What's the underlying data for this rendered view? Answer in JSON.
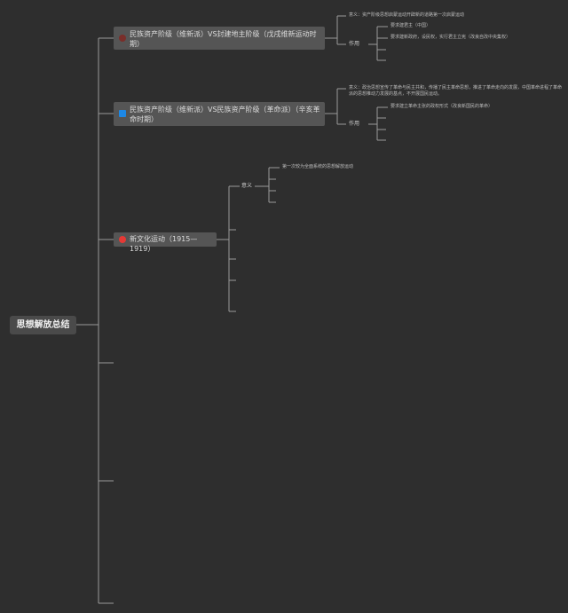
{
  "root": {
    "label": "思想解放总结"
  },
  "branches": [
    {
      "label": "民族资产阶级（维新派）VS封建地主阶级（戊戌维新运动时期）",
      "marker_color": "#7a2e2a",
      "marker_icon": "circle",
      "children": {
        "significance": "意义：资产阶级思想启蒙运动开辟新的道路第一次启蒙运动",
        "effect_label": "作用",
        "effect_items": [
          "要求建君主（中国）",
          "要求建新政府，设民权，实行君主立宪（改良自改中央集权）"
        ]
      }
    },
    {
      "label": "民族资产阶级（维新派）VS民族资产阶级（革命派）（辛亥革命时期）",
      "marker_color": "#1e88e5",
      "marker_icon": "square",
      "children": {
        "significance": "意义：政治思想宣传了革命与民主共和，传播了民主革命思想，推进了革命走向的发展，中国革命进程了革命派的思想推动力发展的基点，不开展国民运动。",
        "effect_label": "作用",
        "effect_items": [
          "要求建立革命主张的政权形式（改良新国民的革命）"
        ]
      }
    },
    {
      "label": "新文化运动（1915—1919）",
      "marker_color": "#e53935",
      "marker_icon": "circle",
      "children": {
        "sub_label": "意义",
        "sub_note": "第一次较为全面系统的思想解放运动"
      }
    }
  ]
}
